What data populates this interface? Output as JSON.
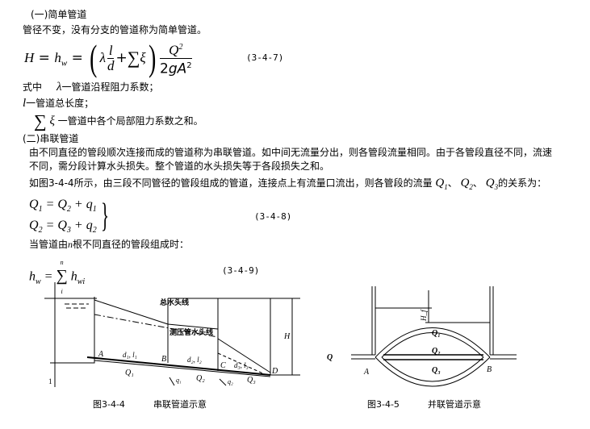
{
  "s1": {
    "heading": "(一)简单管道",
    "desc": "管径不变，没有分支的管道称为简单管道。",
    "eq_no": "(3-4-7)",
    "where": "式中",
    "lambda_def": "一管道沿程阻力系数；",
    "l_def": "一管道总长度；",
    "xi_def": "一管道中各个局部阻力系数之和。"
  },
  "s2": {
    "heading": "(二)串联管道",
    "para1": "由不同直径的管段顺次连接而成的管道称为串联管道。如中间无流量分出，则各管段流量相同。由于各管段直径不同，流速",
    "para2": "不同，需分段计算水头损失。整个管道的水头损失等于各段损失之和。",
    "para3": "如图3-4-4所示，由三段不同管径的管段组成的管道，连接点上有流量口流出，则各管段的流量",
    "para3_end": "的关系为：",
    "eq_no": "(3-4-8)",
    "n_pre": "当管道由",
    "n_post": "根不同直径的管段组成时：",
    "eq_no2": "(3-4-9)"
  },
  "fig1": {
    "caption_no": "图3-4-4",
    "caption": "串联管道示意",
    "total_head": "总水头线",
    "piezo": "测压管水头线",
    "labels": {
      "A": "A",
      "B": "B",
      "C": "C",
      "D": "D",
      "H": "H",
      "d1": "d₁, l₁",
      "d2": "d₂, l₂",
      "d3": "d₃, l₃",
      "Q1": "Q₁",
      "Q2": "Q₂",
      "Q3": "Q₃",
      "q1": "q₁",
      "q2": "q₂",
      "one": "1"
    }
  },
  "fig2": {
    "caption_no": "图3-4-5",
    "caption": "并联管道示意",
    "labels": {
      "Q": "Q",
      "A": "A",
      "B": "B",
      "Hf": "H_f",
      "Q1": "Q₁",
      "Q2": "Q₂",
      "Q3": "Q₃"
    }
  }
}
